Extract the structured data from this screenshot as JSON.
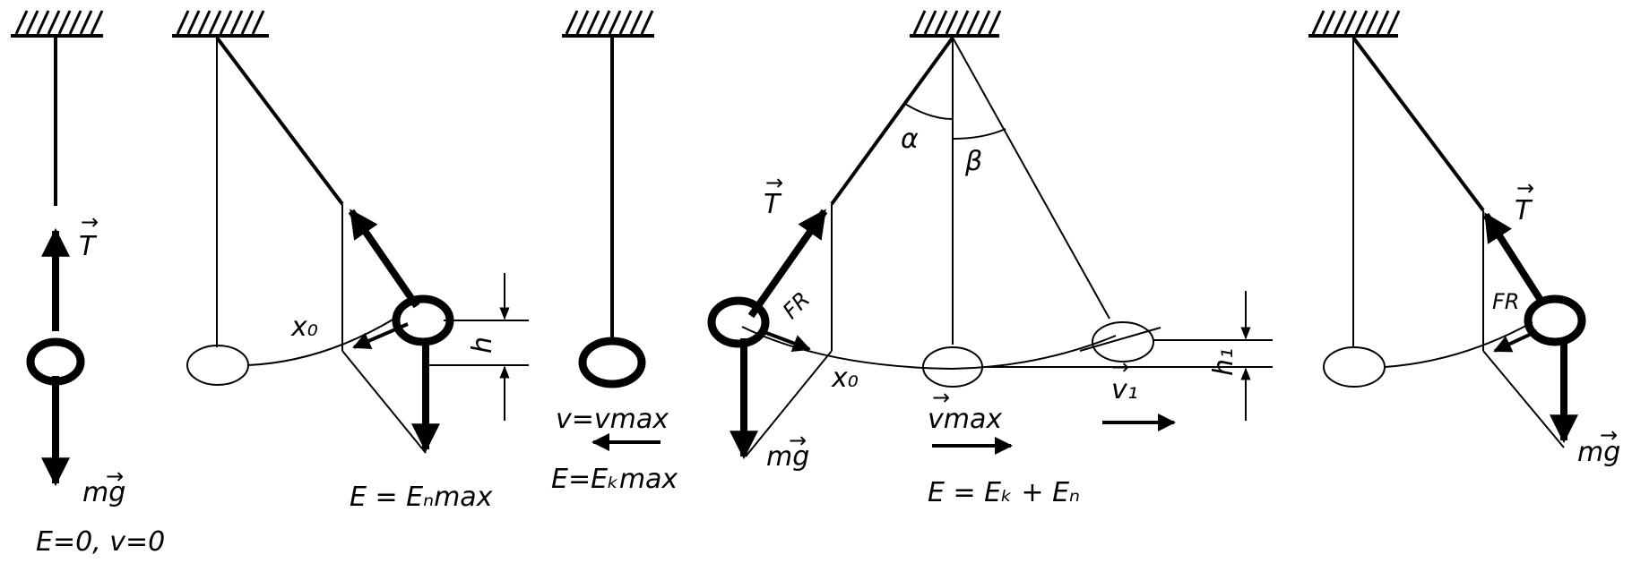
{
  "labels": {
    "p1_T": "T",
    "p1_mg": "mg",
    "p1_E": "E=0, v=0",
    "p2_x0": "x₀",
    "p2_h": "h",
    "p2_E": "E = Eₙmax",
    "p3_v": "v=vmax",
    "p3_E": "E=Eₖmax",
    "p4_T": "T",
    "p4_FR": "FR",
    "p4_x0": "x₀",
    "p4_mg": "mg",
    "p4_alpha": "α",
    "p4_beta": "β",
    "p4_vmax": "vmax",
    "p4_v1": "v₁",
    "p4_h1": "h₁",
    "p4_E": "E = Eₖ + Eₙ",
    "p5_T": "T",
    "p5_FR": "FR",
    "p5_mg": "mg"
  },
  "colors": {
    "ink": "#000000",
    "paper": "#ffffff"
  }
}
